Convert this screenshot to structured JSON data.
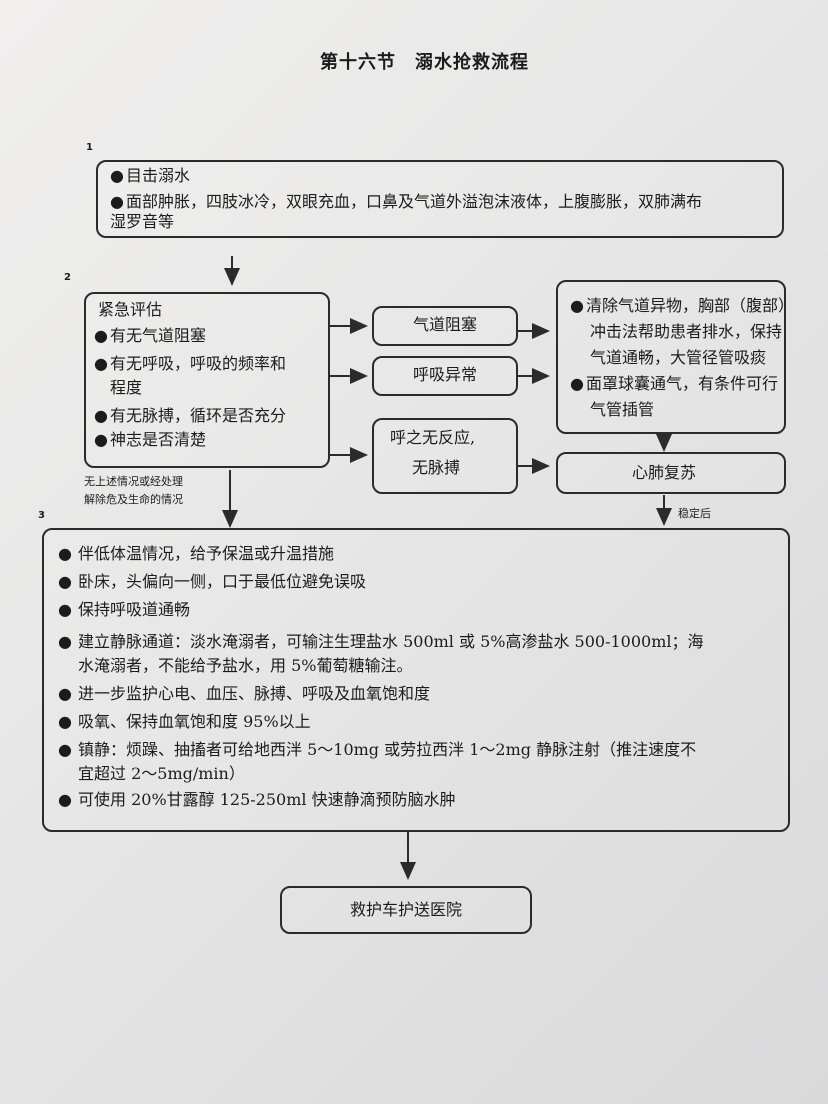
{
  "title": "第十六节　溺水抢救流程",
  "step_numbers": [
    "1",
    "2",
    "3"
  ],
  "box1": {
    "lines": [
      "目击溺水",
      "面部肿胀，四肢冰冷，双眼充血，口鼻及气道外溢泡沫液体，上腹膨胀，双肺满布",
      "湿罗音等"
    ]
  },
  "assess": {
    "heading": "紧急评估",
    "lines": [
      "有无气道阻塞",
      "有无呼吸，呼吸的频率和",
      "程度",
      "有无脉搏，循环是否充分",
      "神志是否清楚"
    ]
  },
  "airway_block": "气道阻塞",
  "breath_abnormal": "呼吸异常",
  "no_response": [
    "呼之无反应,",
    "无脉搏"
  ],
  "treat": {
    "lines": [
      "清除气道异物，胸部（腹部）",
      "冲击法帮助患者排水，保持",
      "气道通畅，大管径管吸痰",
      "面罩球囊通气，有条件可行",
      "气管插管"
    ]
  },
  "cpr": "心肺复苏",
  "stable": "稳定后",
  "no_condition": [
    "无上述情况或经处理",
    "解除危及生命的情况"
  ],
  "box3": {
    "items": [
      [
        "伴低体温情况，给予保温或升温措施"
      ],
      [
        "卧床，头偏向一侧，口于最低位避免误吸"
      ],
      [
        "保持呼吸道通畅"
      ],
      [
        "建立静脉通道：淡水淹溺者，可输注生理盐水 500ml 或 5%高渗盐水 500-1000ml；海",
        "水淹溺者，不能给予盐水，用 5%葡萄糖输注。"
      ],
      [
        "进一步监护心电、血压、脉搏、呼吸及血氧饱和度"
      ],
      [
        "吸氧、保持血氧饱和度 95%以上"
      ],
      [
        "镇静：烦躁、抽搐者可给地西泮 5～10mg 或劳拉西泮 1～2mg 静脉注射（推注速度不",
        "宜超过 2～5mg/min）"
      ],
      [
        "可使用 20%甘露醇 125-250ml 快速静滴预防脑水肿"
      ]
    ]
  },
  "final": "救护车护送医院"
}
